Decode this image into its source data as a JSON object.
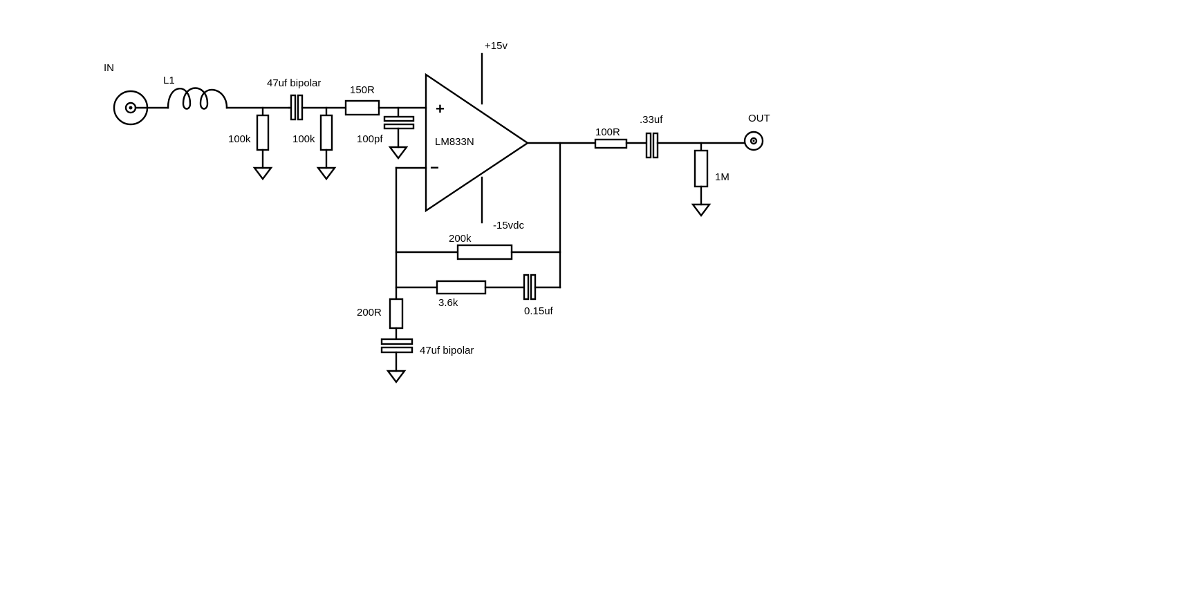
{
  "labels": {
    "input": "IN",
    "output": "OUT",
    "inductor": "L1",
    "input_coupling_cap": "47uf bipolar",
    "input_shunt_1": "100k",
    "input_shunt_2": "100k",
    "series_resistor": "150R",
    "filter_cap": "100pf",
    "opamp": "LM833N",
    "opamp_plus": "+",
    "opamp_minus": "−",
    "positive_supply": "+15v",
    "negative_supply": "-15vdc",
    "feedback_resistor": "200k",
    "feedback_network_resistor": "3.6k",
    "feedback_network_cap": "0.15uf",
    "ground_resistor": "200R",
    "ground_cap": "47uf bipolar",
    "output_resistor": "100R",
    "output_cap": ".33uf",
    "output_load": "1M"
  }
}
